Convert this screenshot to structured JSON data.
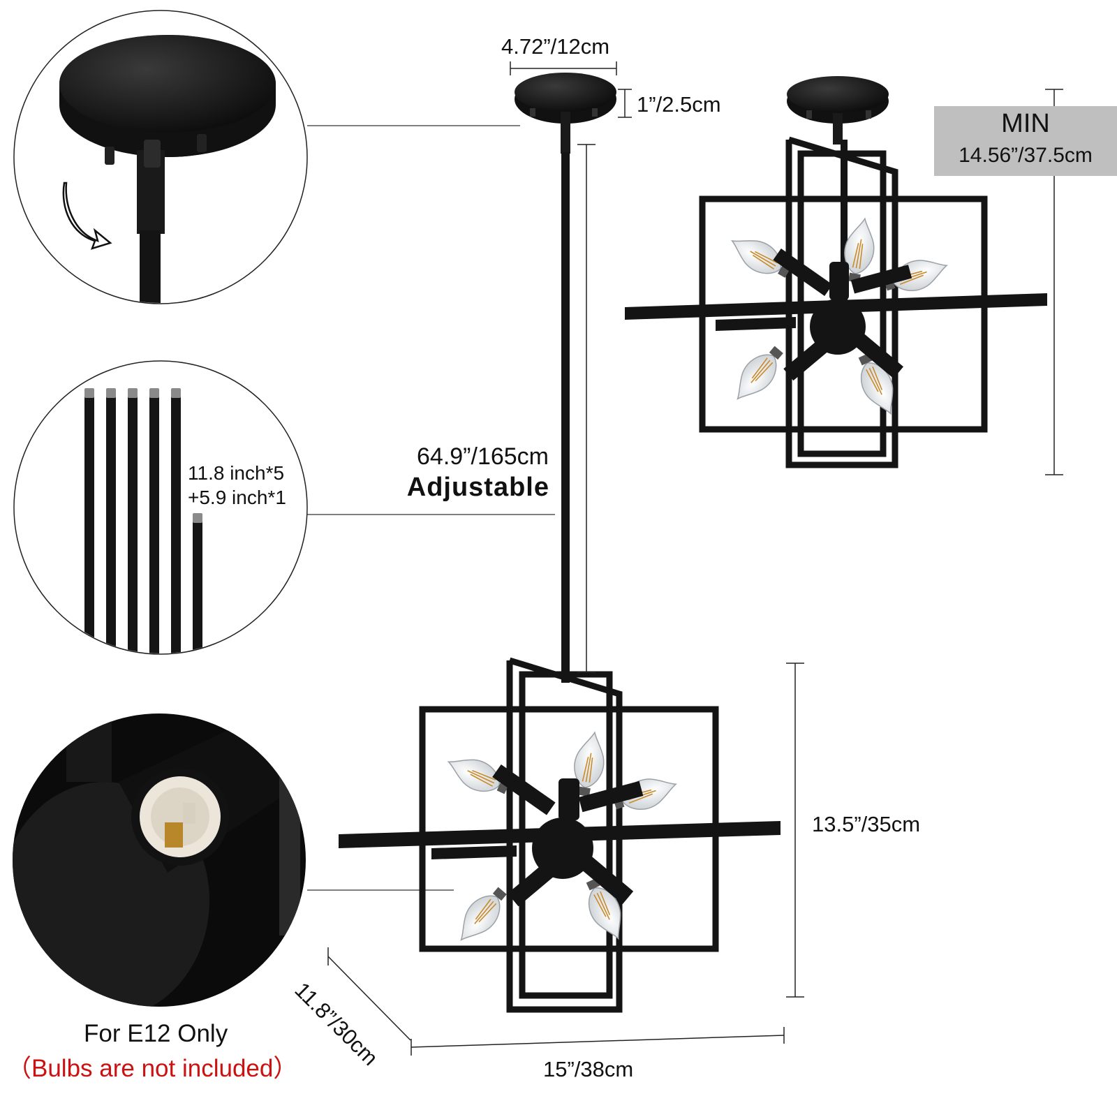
{
  "labels": {
    "canopy_width": "4.72”/12cm",
    "canopy_height": "1”/2.5cm",
    "rod_length": "64.9”/165cm",
    "adjustable": "Adjustable",
    "rods_line1": "11.8 inch*5",
    "rods_line2": "+5.9 inch*1",
    "min_title": "MIN",
    "min_value": "14.56”/37.5cm",
    "fixture_height": "13.5”/35cm",
    "fixture_width": "15”/38cm",
    "fixture_depth": "11.8”/30cm",
    "socket_note": "For E12 Only",
    "bulb_note": "（Bulbs are not included）"
  },
  "colors": {
    "metal": "#141414",
    "warning": "#cc1111",
    "min_badge": "#bfbfbf",
    "socket": "#ece6da",
    "bulb_glass": "#eef0f2",
    "filament": "#c98a2a"
  }
}
